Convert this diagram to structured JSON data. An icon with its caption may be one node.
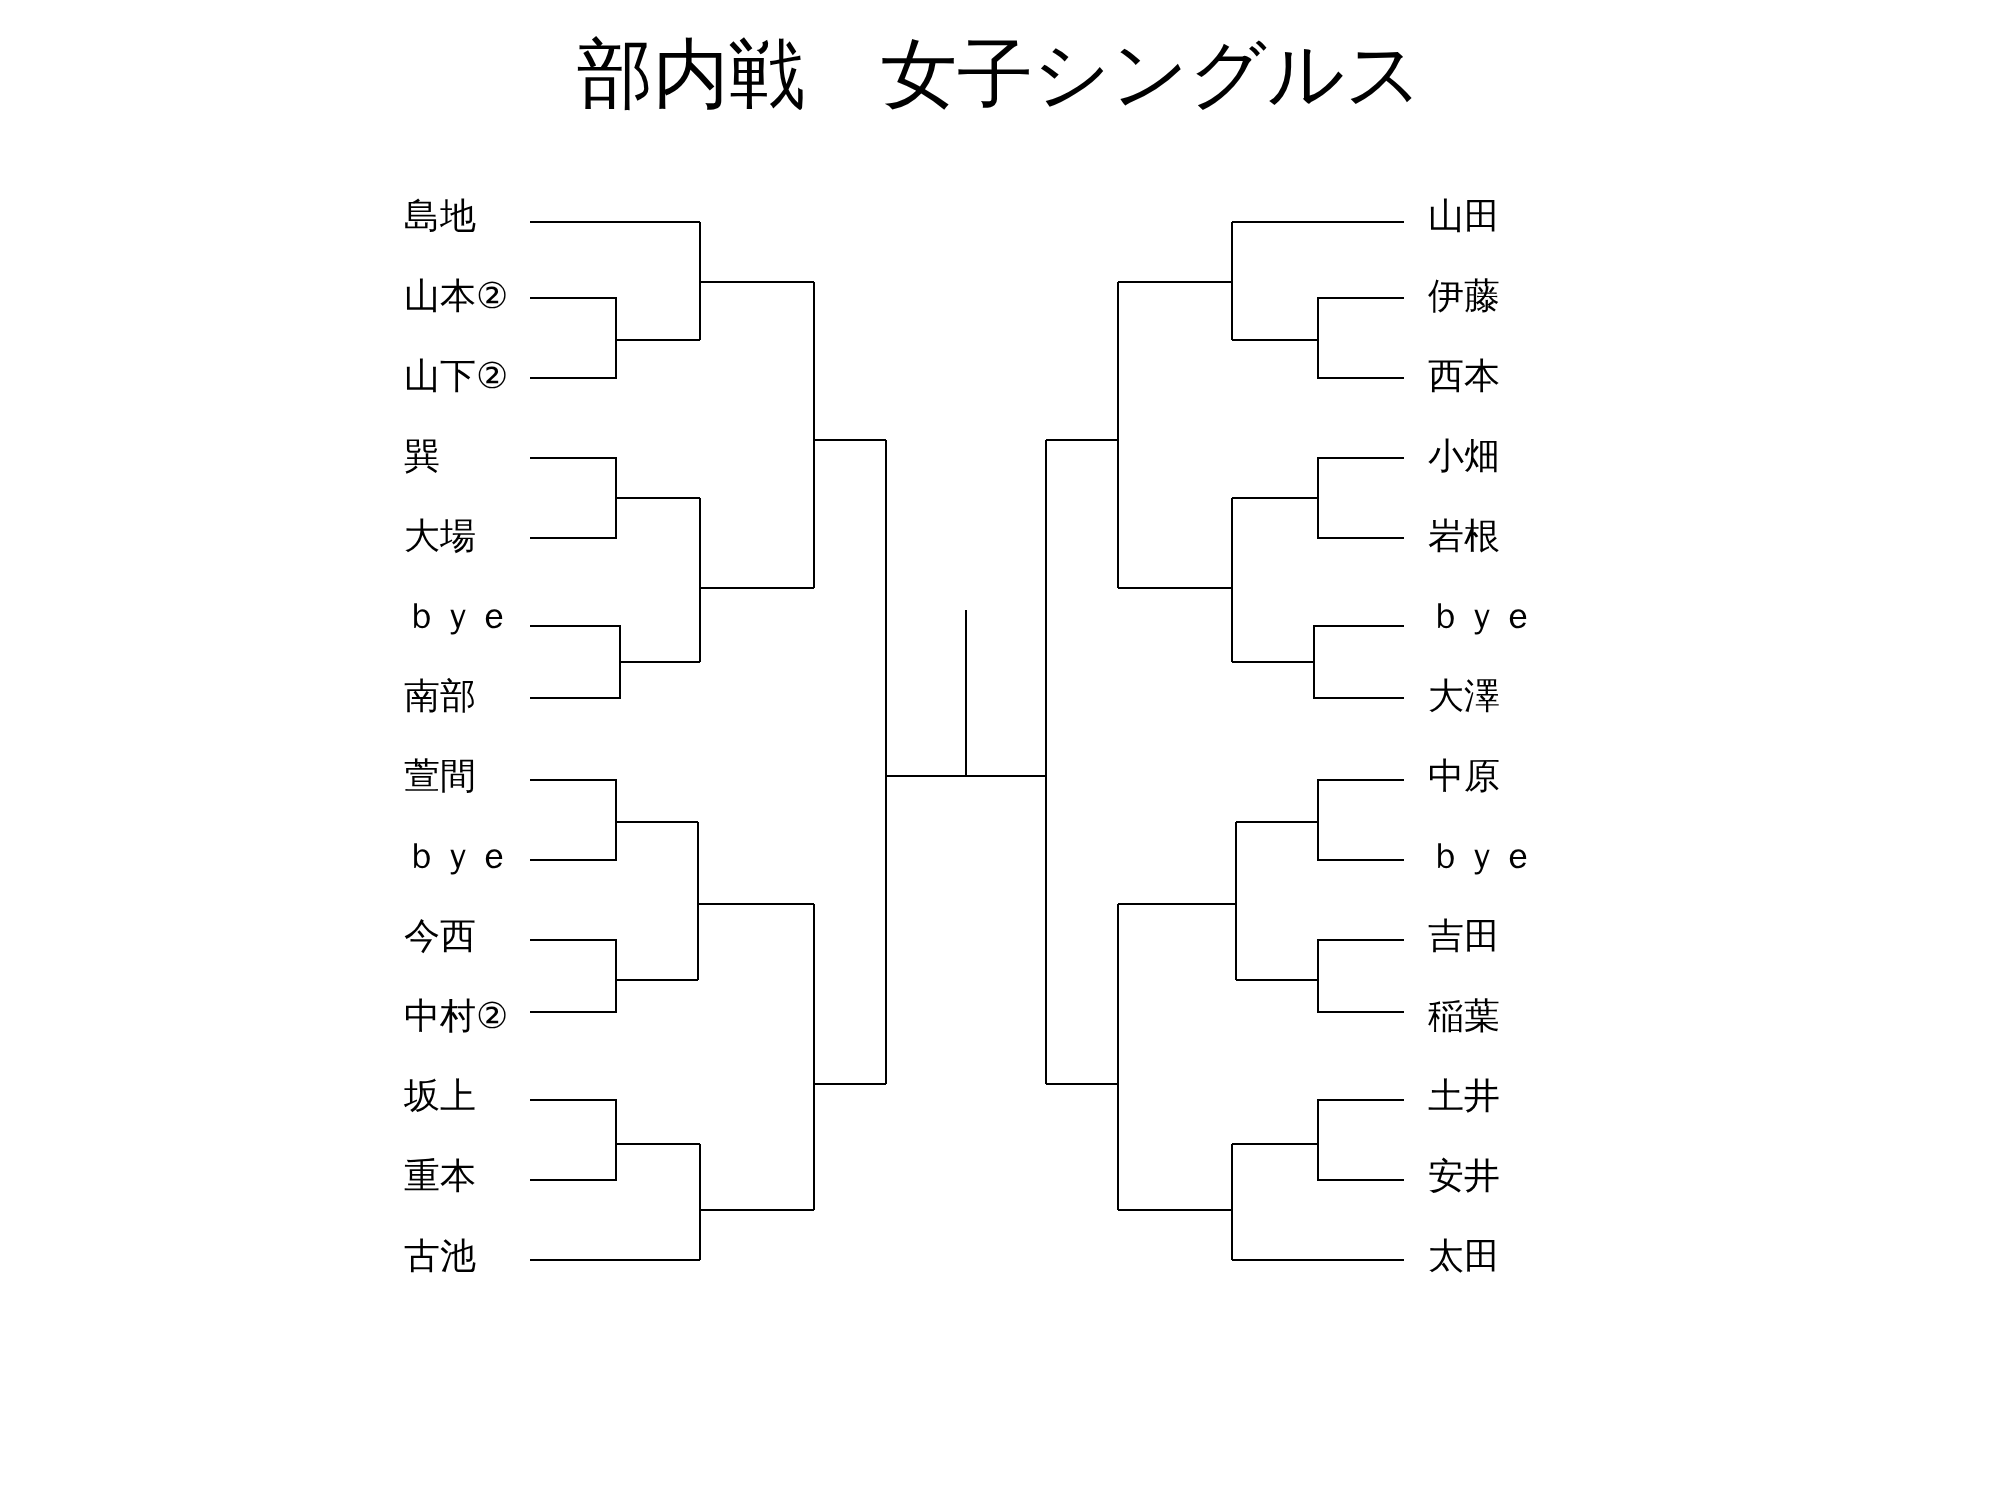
{
  "diagram": {
    "title": "部内戦　女子シングルス",
    "labels": [
      "島地",
      "山本②",
      "山下②",
      "巽",
      "大場",
      "ｂｙｅ",
      "南部",
      "萱間",
      "ｂｙｅ",
      "今西",
      "中村②",
      "坂上",
      "重本",
      "古池",
      "山田",
      "伊藤",
      "西本",
      "小畑",
      "岩根",
      "ｂｙｅ",
      "大澤",
      "中原",
      "ｂｙｅ",
      "吉田",
      "稲葉",
      "土井",
      "安井",
      "太田"
    ]
  }
}
